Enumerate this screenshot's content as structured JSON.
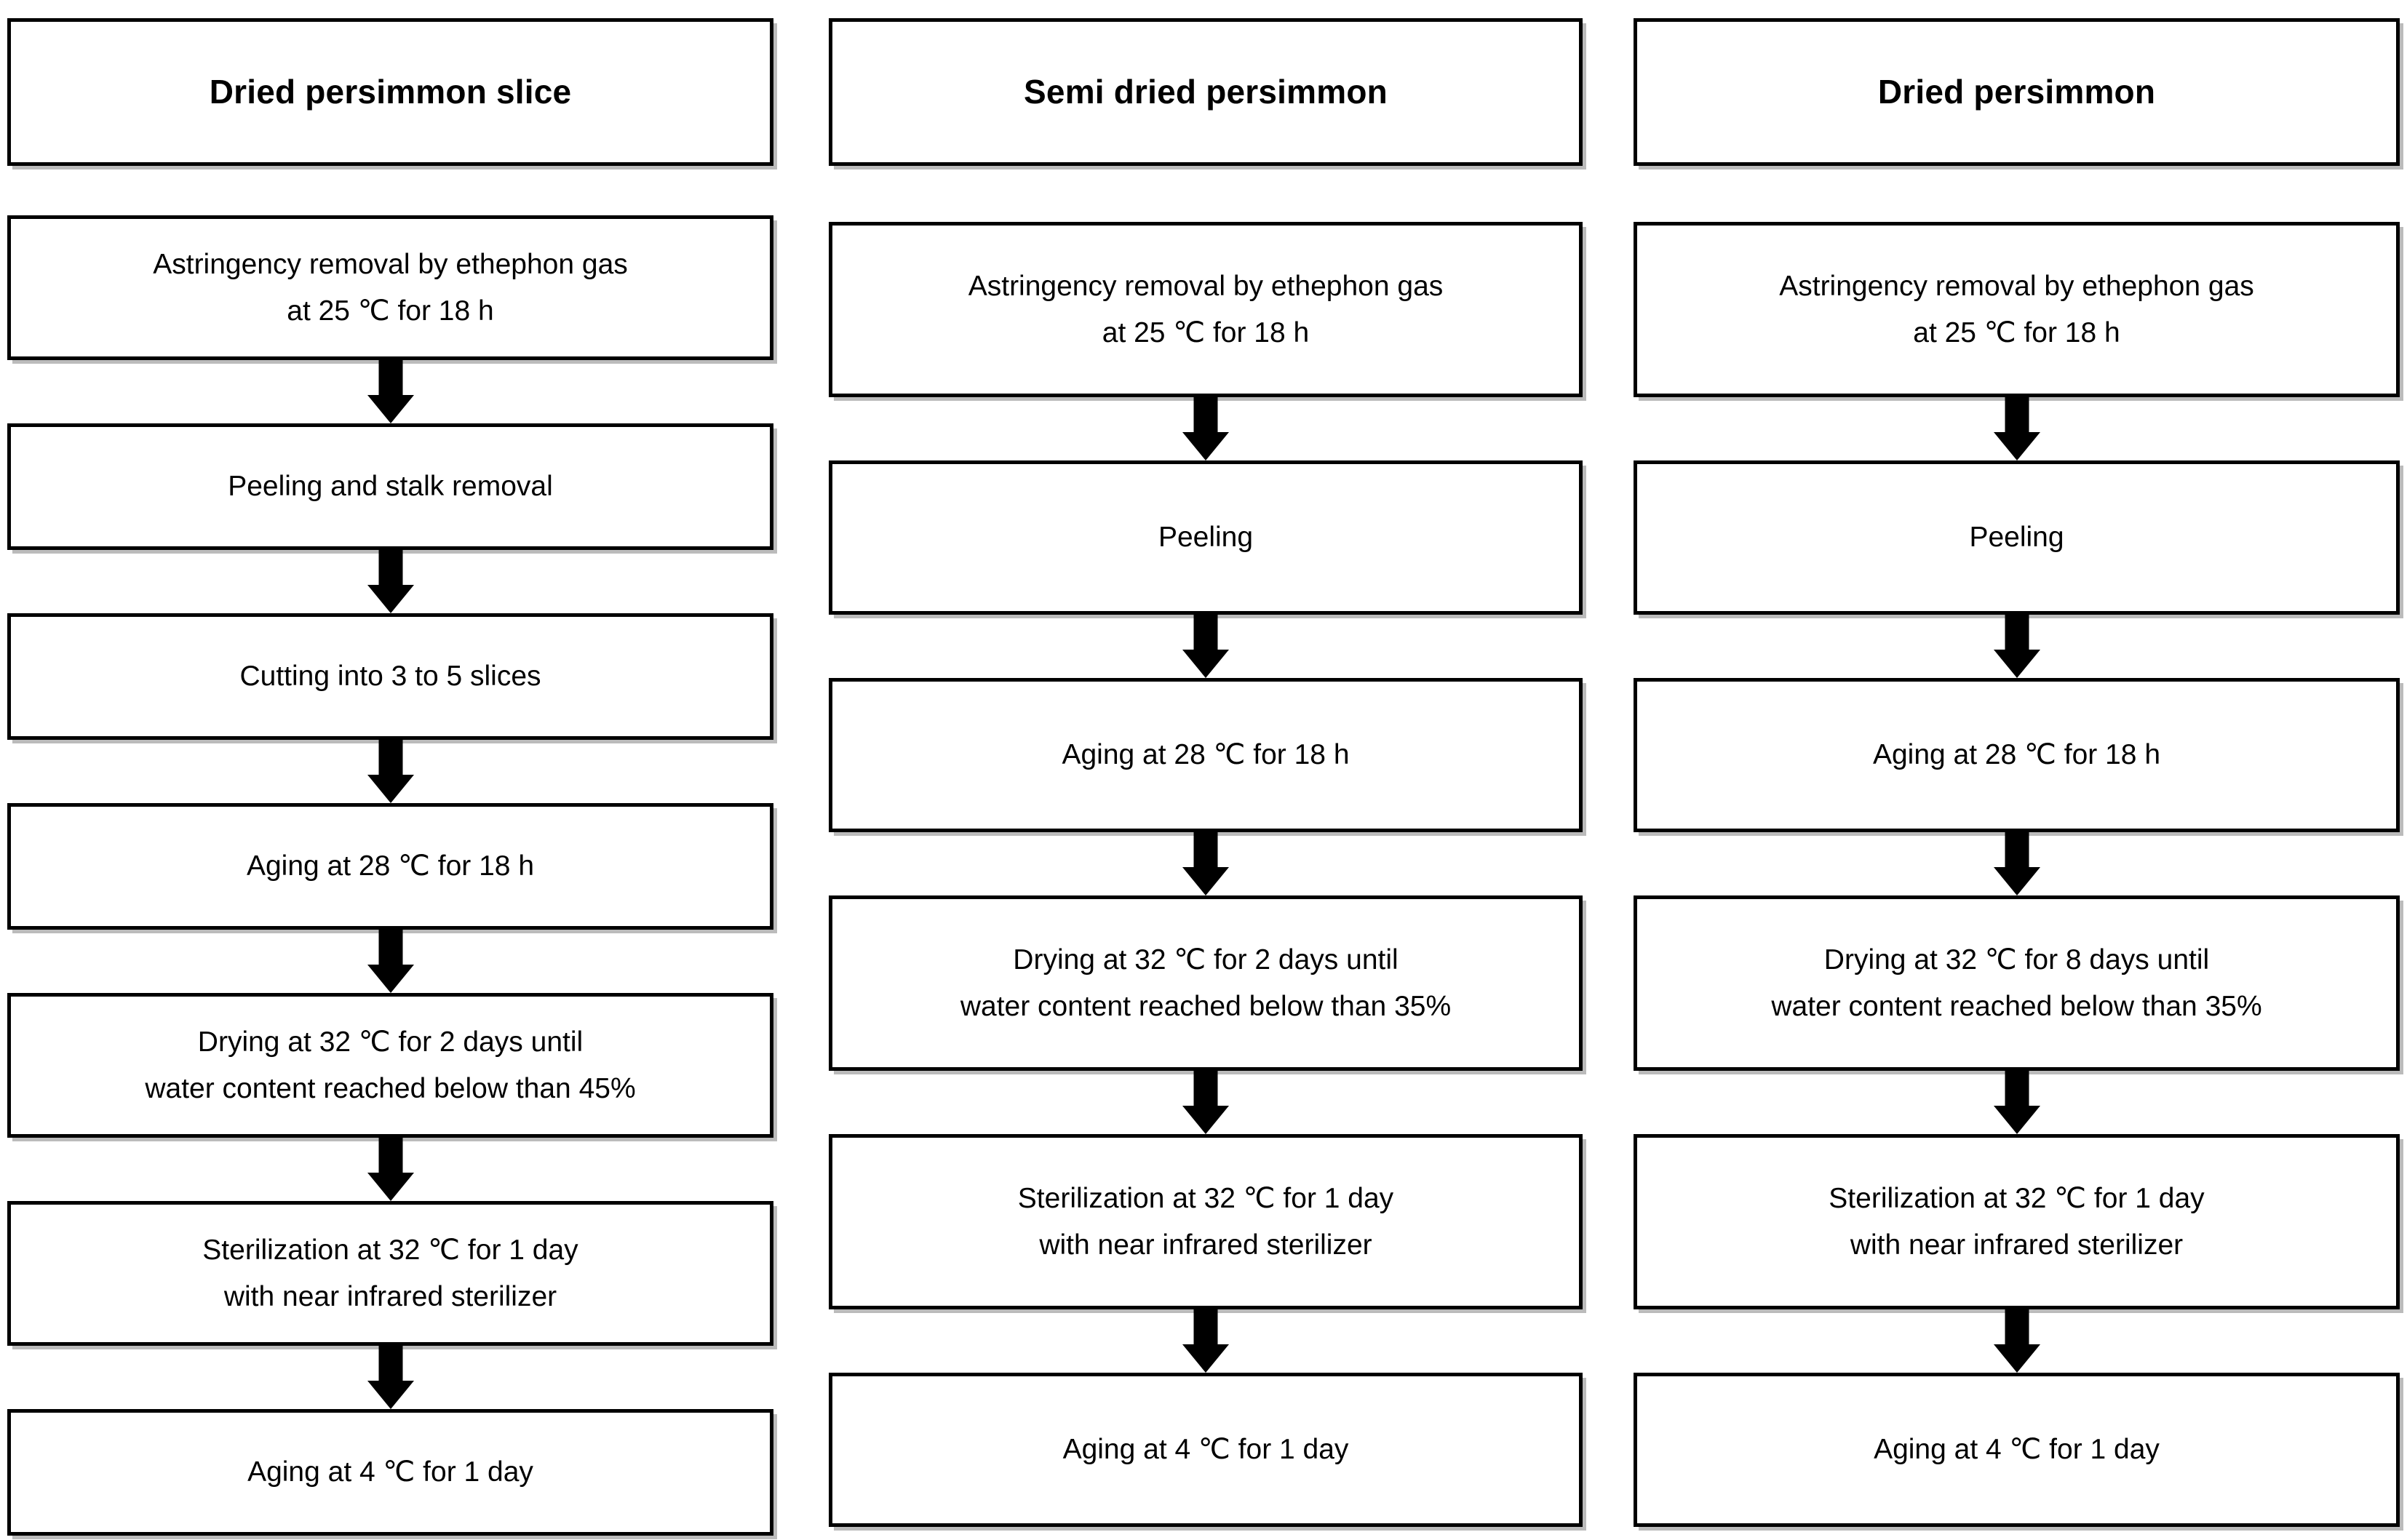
{
  "figure": {
    "type": "flowchart",
    "orientation": "three parallel vertical process flows",
    "background_color": "#ffffff",
    "box_border_color": "#000000",
    "arrow_color": "#000000",
    "arrow_icon": "down-arrow-icon"
  },
  "columns": [
    {
      "id": "dried-persimmon-slice",
      "title": "Dried persimmon slice",
      "steps": [
        {
          "line1": "Astringency removal by ethephon gas",
          "line2": "at 25 ℃ for 18 h"
        },
        {
          "line1": "Peeling and stalk removal",
          "line2": ""
        },
        {
          "line1": "Cutting into 3 to 5 slices",
          "line2": ""
        },
        {
          "line1": "Aging at 28 ℃ for 18 h",
          "line2": ""
        },
        {
          "line1": "Drying at 32 ℃ for 2 days until",
          "line2": "water content reached below than 45%"
        },
        {
          "line1": "Sterilization at 32 ℃ for 1 day",
          "line2": "with near infrared sterilizer"
        },
        {
          "line1": "Aging at 4 ℃ for 1 day",
          "line2": ""
        }
      ]
    },
    {
      "id": "semi-dried-persimmon",
      "title": "Semi dried persimmon",
      "steps": [
        {
          "line1": "Astringency removal by ethephon gas",
          "line2": "at 25 ℃ for 18 h"
        },
        {
          "line1": "Peeling",
          "line2": ""
        },
        {
          "line1": "Aging at 28 ℃ for 18 h",
          "line2": ""
        },
        {
          "line1": "Drying at 32 ℃ for 2 days until",
          "line2": "water content reached below than 35%"
        },
        {
          "line1": "Sterilization at 32 ℃ for 1 day",
          "line2": "with near infrared sterilizer"
        },
        {
          "line1": "Aging at 4 ℃ for 1 day",
          "line2": ""
        }
      ]
    },
    {
      "id": "dried-persimmon",
      "title": "Dried persimmon",
      "steps": [
        {
          "line1": "Astringency removal by ethephon gas",
          "line2": "at 25 ℃ for 18 h"
        },
        {
          "line1": "Peeling",
          "line2": ""
        },
        {
          "line1": "Aging at 28 ℃ for 18 h",
          "line2": ""
        },
        {
          "line1": "Drying at 32 ℃ for 8 days until",
          "line2": "water content reached below than 35%"
        },
        {
          "line1": "Sterilization at 32 ℃ for 1 day",
          "line2": "with near infrared sterilizer"
        },
        {
          "line1": "Aging at 4 ℃ for 1 day",
          "line2": ""
        }
      ]
    }
  ],
  "layout": {
    "col0_box_tops": [
      296,
      441,
      586,
      731,
      876,
      1063,
      1250
    ],
    "col0_box_heights": [
      123,
      123,
      123,
      123,
      165,
      145,
      145
    ],
    "col1_box_tops": [
      305,
      470,
      635,
      800,
      965,
      1130
    ],
    "col1_box_heights": [
      143,
      143,
      143,
      143,
      143,
      143
    ]
  }
}
